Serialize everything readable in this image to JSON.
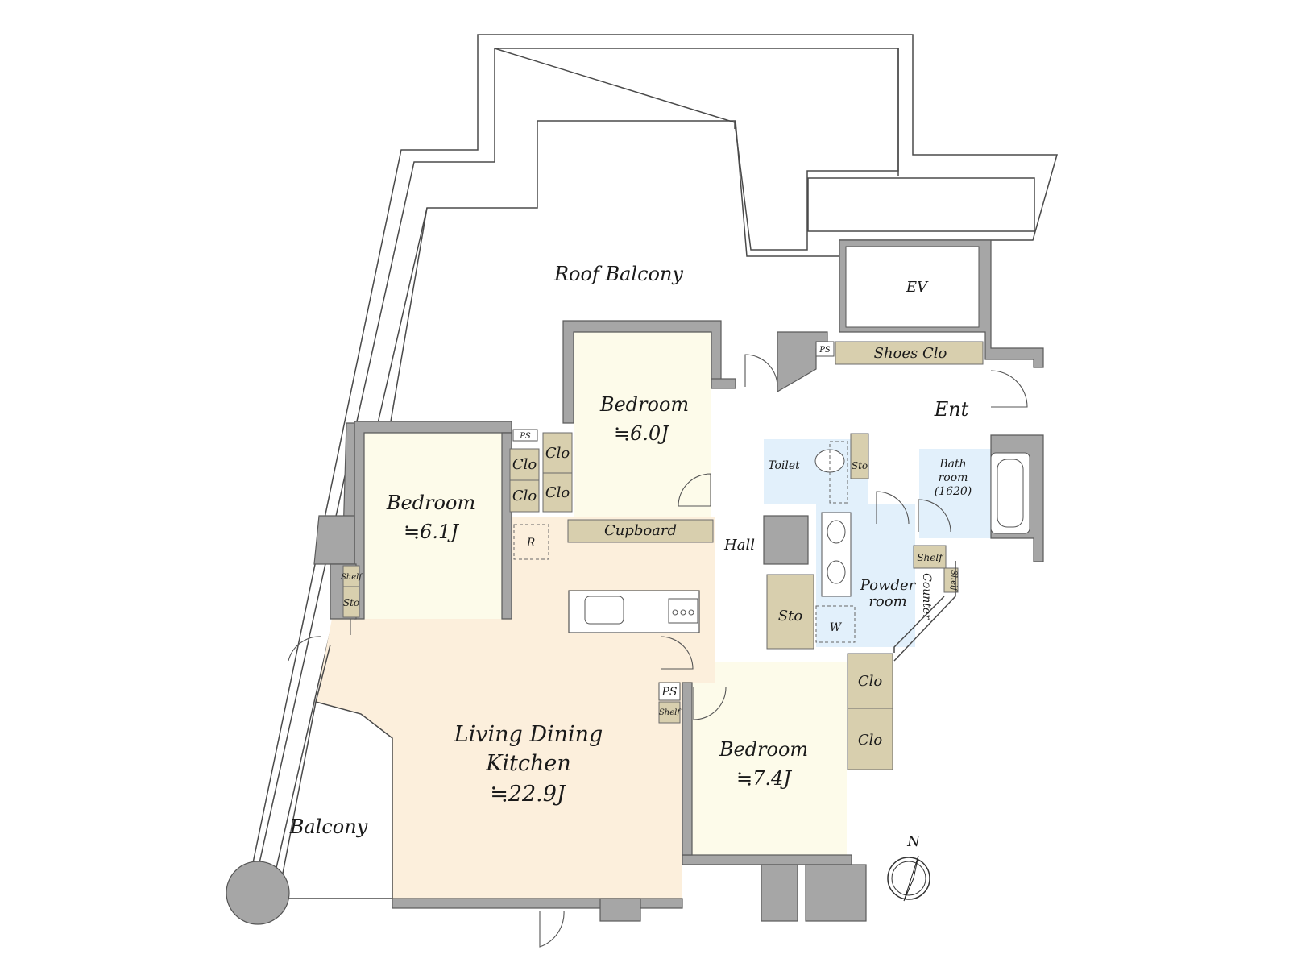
{
  "rooms": {
    "roof_balcony": "Roof Balcony",
    "ev": "EV",
    "bedroom_top": {
      "name": "Bedroom",
      "size": "≒6.0J"
    },
    "bedroom_left": {
      "name": "Bedroom",
      "size": "≒6.1J"
    },
    "bedroom_right": {
      "name": "Bedroom",
      "size": "≒7.4J"
    },
    "ldk": {
      "line1": "Living Dining",
      "line2": "Kitchen",
      "size": "≒22.9J"
    },
    "balcony": "Balcony",
    "hall": "Hall",
    "ent": "Ent",
    "toilet": "Toilet",
    "bathroom": {
      "line1": "Bath",
      "line2": "room",
      "line3": "(1620)"
    },
    "powder": {
      "line1": "Powder",
      "line2": "room"
    }
  },
  "fixtures": {
    "shoes_clo": "Shoes Clo",
    "ps": "PS",
    "clo": "Clo",
    "cupboard": "Cupboard",
    "refrigerator": "R",
    "shelf": "Shelf",
    "sto": "Sto",
    "washer": "W",
    "counter": "Counter"
  },
  "compass": {
    "north": "N"
  },
  "colors": {
    "bedroom_floor": "#fdfbea",
    "ldk_floor": "#fcefdc",
    "wet_area_floor": "#e2f0fb",
    "storage": "#d8cfae",
    "wall": "#a6a6a6"
  }
}
